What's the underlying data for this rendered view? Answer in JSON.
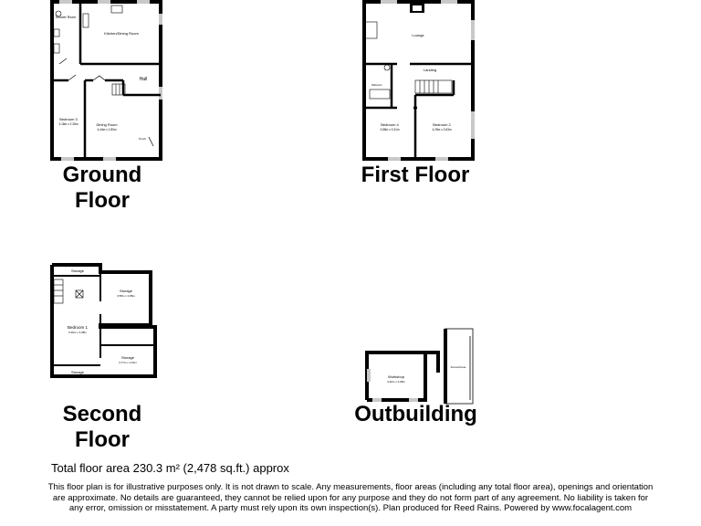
{
  "floors": {
    "ground": {
      "title_line1": "Ground",
      "title_line2": "Floor",
      "rooms": [
        {
          "name": "Shower Room",
          "size": ""
        },
        {
          "name": "Kitchen/Dining Room",
          "size": ""
        },
        {
          "name": "Hall",
          "size": ""
        },
        {
          "name": "Bedroom 3",
          "size": "3.18m x 2.28m"
        },
        {
          "name": "Dining Room",
          "size": "4.44m x 2.80m"
        },
        {
          "name": "Porch",
          "size": ""
        }
      ]
    },
    "first": {
      "title": "First Floor",
      "rooms": [
        {
          "name": "Lounge",
          "size": ""
        },
        {
          "name": "Landing",
          "size": ""
        },
        {
          "name": "Bathroom",
          "size": ""
        },
        {
          "name": "Bedroom 4",
          "size": "3.88m x 3.31m"
        },
        {
          "name": "Bedroom 2",
          "size": "4.29m x 3.63m"
        }
      ]
    },
    "second": {
      "title_line1": "Second",
      "title_line2": "Floor",
      "rooms": [
        {
          "name": "Storage",
          "size": ""
        },
        {
          "name": "Storage",
          "size": "3.58m x 2.86m"
        },
        {
          "name": "Bedroom 1",
          "size": "6.30m x 3.08m"
        },
        {
          "name": "Storage",
          "size": "3.77m x 1.61m"
        },
        {
          "name": "Storage",
          "size": ""
        }
      ]
    },
    "outbuilding": {
      "title": "Outbuilding",
      "rooms": [
        {
          "name": "Workshop",
          "size": "3.92m x 3.08m"
        },
        {
          "name": "Summerhouse",
          "size": ""
        }
      ]
    }
  },
  "total_area": "Total floor area 230.3 m² (2,478 sq.ft.) approx",
  "disclaimer": "This floor plan is for illustrative purposes only. It is not drawn to scale. Any measurements, floor areas (including any total floor area), openings and orientation are approximate. No details are guaranteed, they cannot be relied upon for any purpose and they do not form part of any agreement. No liability is taken for any error, omission or misstatement. A party must rely upon its own inspection(s). Plan produced for Reed Rains. Powered by www.focalagent.com",
  "colors": {
    "wall": "#000000",
    "window": "#c8c8c8",
    "background": "#ffffff"
  }
}
